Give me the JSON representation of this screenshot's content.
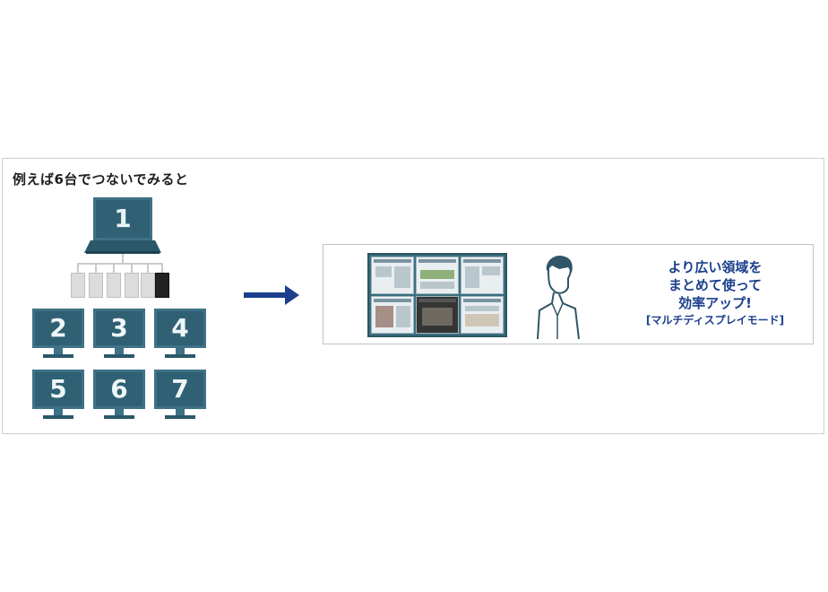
{
  "heading": "例えば6台でつないでみると",
  "laptop": {
    "number": "1"
  },
  "monitors": [
    {
      "number": "2"
    },
    {
      "number": "3"
    },
    {
      "number": "4"
    },
    {
      "number": "5"
    },
    {
      "number": "6"
    },
    {
      "number": "7"
    }
  ],
  "result": {
    "lines": [
      "より広い領域を",
      "まとめて使って",
      "効率アップ!"
    ],
    "note": "[マルチディスプレイモード]"
  },
  "colors": {
    "screen": "#2f6073",
    "screen_border": "#3e7286",
    "arrow": "#1b3f8c",
    "result_text": "#1b3f8c"
  }
}
